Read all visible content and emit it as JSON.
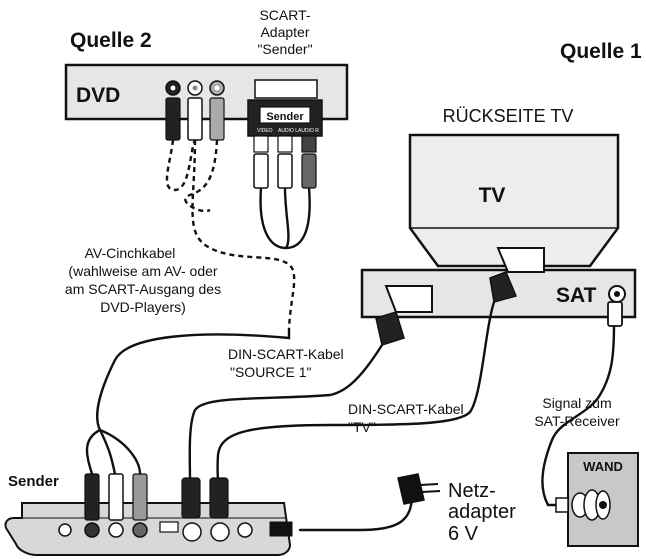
{
  "labels": {
    "quelle2": "Quelle 2",
    "quelle1": "Quelle 1",
    "scart_adapter": [
      "SCART-",
      "Adapter",
      "\"Sender\""
    ],
    "dvd": "DVD",
    "sender_plug": "Sender",
    "rueckseite_tv": "RÜCKSEITE TV",
    "tv": "TV",
    "sat": "SAT",
    "av_cinch": [
      "AV-Cinchkabel",
      "(wahlweise am AV- oder",
      "am SCART-Ausgang des",
      "DVD-Players)"
    ],
    "din_scart_source": [
      "DIN-SCART-Kabel",
      "\"SOURCE 1\""
    ],
    "din_scart_tv": [
      "DIN-SCART-Kabel",
      "\"TV\""
    ],
    "signal": [
      "Signal zum",
      "SAT-Receiver"
    ],
    "wand": "WAND",
    "sender": "Sender",
    "netzadapter": [
      "Netz-",
      "adapter",
      "6 V"
    ],
    "adapter_pins": [
      "VIDEO",
      "AUDIO L",
      "AUDIO R"
    ]
  },
  "colors": {
    "line": "#111111",
    "device_fill": "#e6e6e6",
    "tv_fill": "#ededed",
    "wall_fill": "#c8c8c8"
  }
}
